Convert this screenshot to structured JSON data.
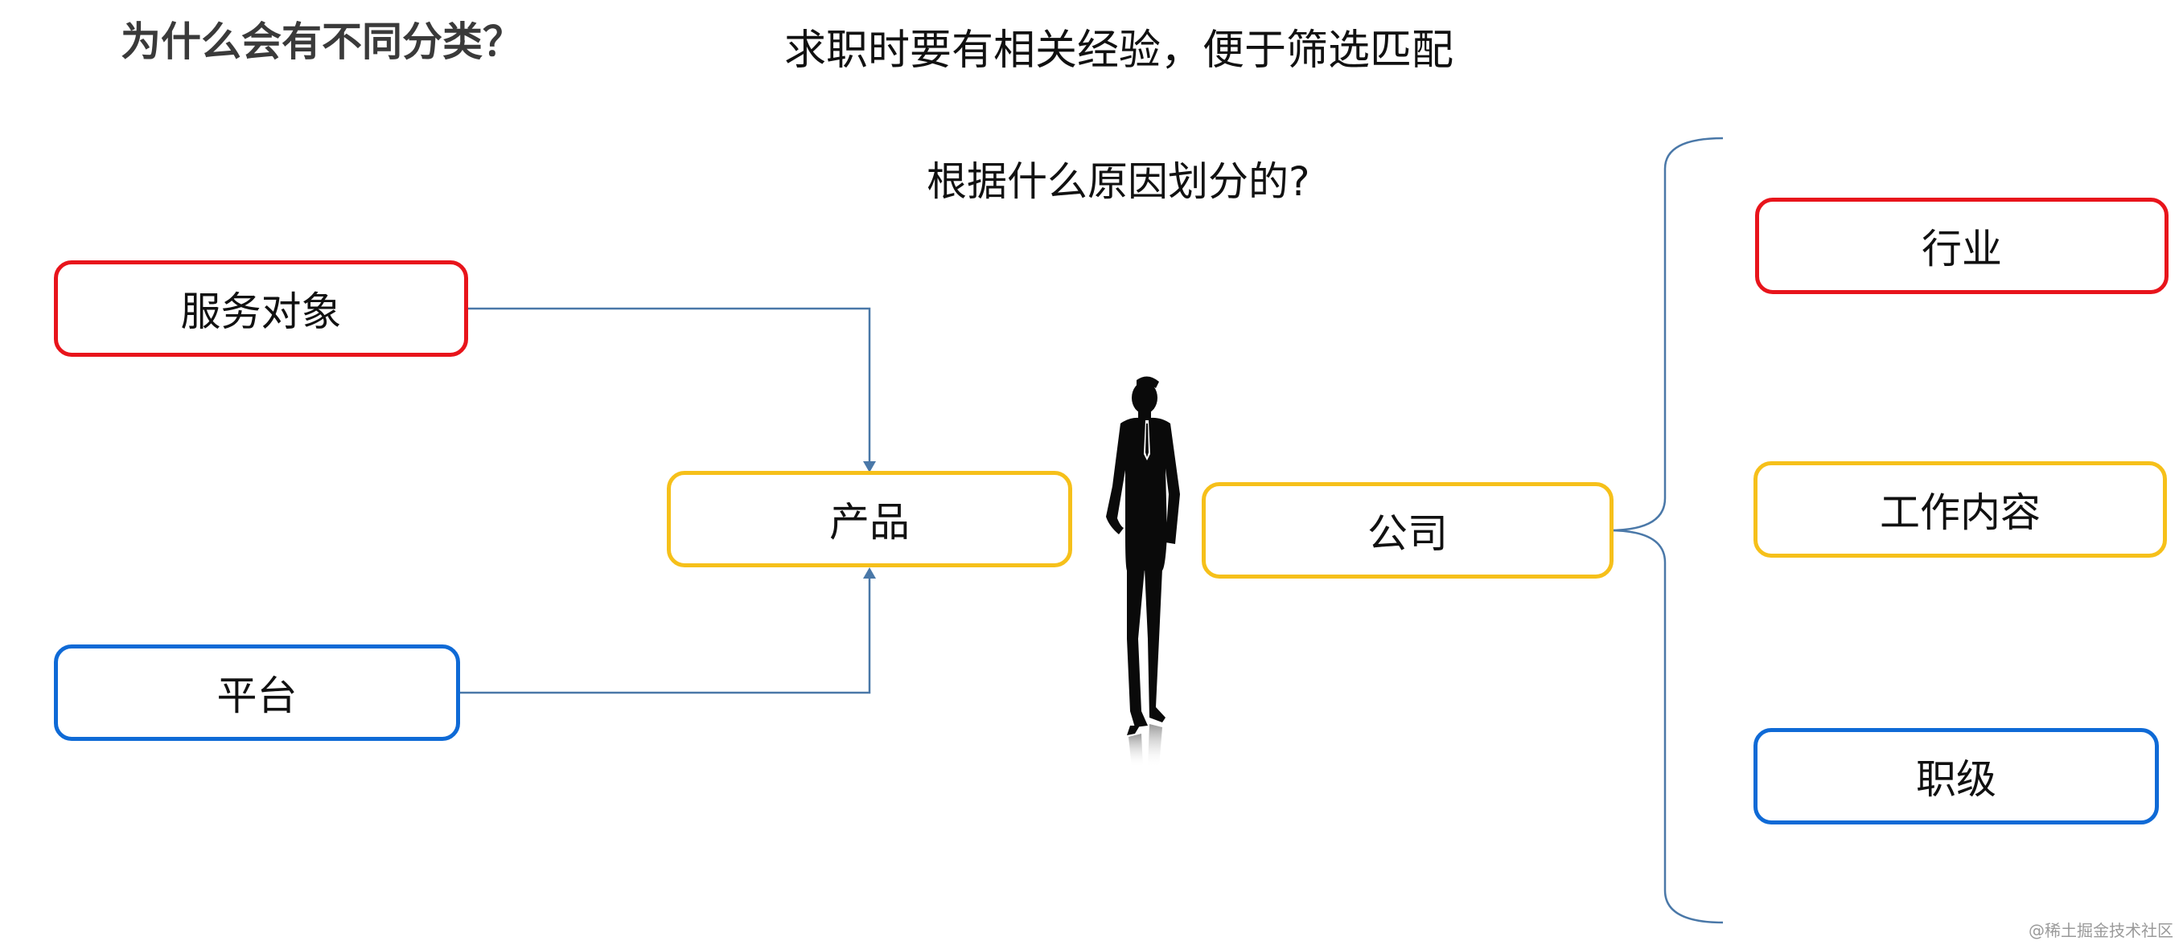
{
  "title": "为什么会有不同分类？",
  "subtitle_line1": "求职时要有相关经验，便于筛选匹配",
  "subtitle_line2": "根据什么原因划分的?",
  "nodes": {
    "service_target": "服务对象",
    "platform": "平台",
    "product": "产品",
    "company": "公司",
    "industry": "行业",
    "work_content": "工作内容",
    "job_level": "职级"
  },
  "colors": {
    "red": "#e8141b",
    "yellow": "#f6c01a",
    "blue": "#0f6ad6",
    "connector": "#4a78a8"
  },
  "figure_icon": "businessman-silhouette-icon",
  "watermark": "@稀土掘金技术社区"
}
